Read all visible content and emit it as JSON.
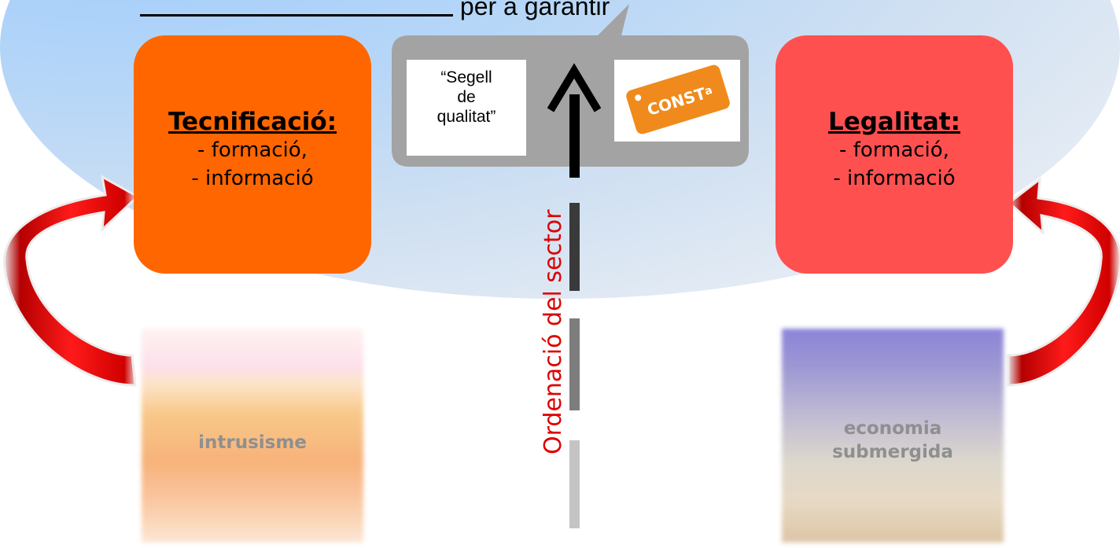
{
  "header": {
    "text": "per a garantir"
  },
  "cards": {
    "tecnificacio": {
      "title": "Tecnificació:",
      "line1": "- formació,",
      "line2": "- informació",
      "color": "#ff6600"
    },
    "legalitat": {
      "title": "Legalitat:",
      "line1": "- formació,",
      "line2": "- informació",
      "color": "#ff5050"
    }
  },
  "seal": {
    "line1": "“Segell",
    "line2": "de",
    "line3": "qualitat”"
  },
  "logo": {
    "text": "CONSTa",
    "color": "#f08a1c"
  },
  "axis": {
    "label": "Ordenació del sector",
    "color": "#dd0000"
  },
  "problems": {
    "left": "intrusisme",
    "right_line1": "economia",
    "right_line2": "submergida"
  },
  "colors": {
    "arrow": "#cc0000",
    "background": "#b6d6f7"
  }
}
